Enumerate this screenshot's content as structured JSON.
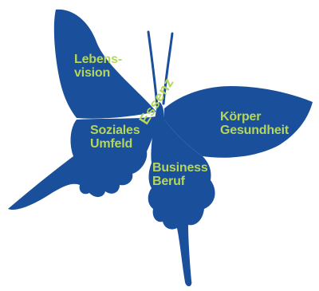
{
  "colors": {
    "wing": "#1a4f9c",
    "label": "#b5d65a",
    "background": "#ffffff"
  },
  "labels": {
    "top_left_wing": "Lebens-\nvision",
    "bottom_left_wing": "Soziales\nUmfeld",
    "top_right_wing": "Körper\nGesundheit",
    "bottom_right_wing": "Business\nBeruf",
    "body": "Essenz"
  }
}
